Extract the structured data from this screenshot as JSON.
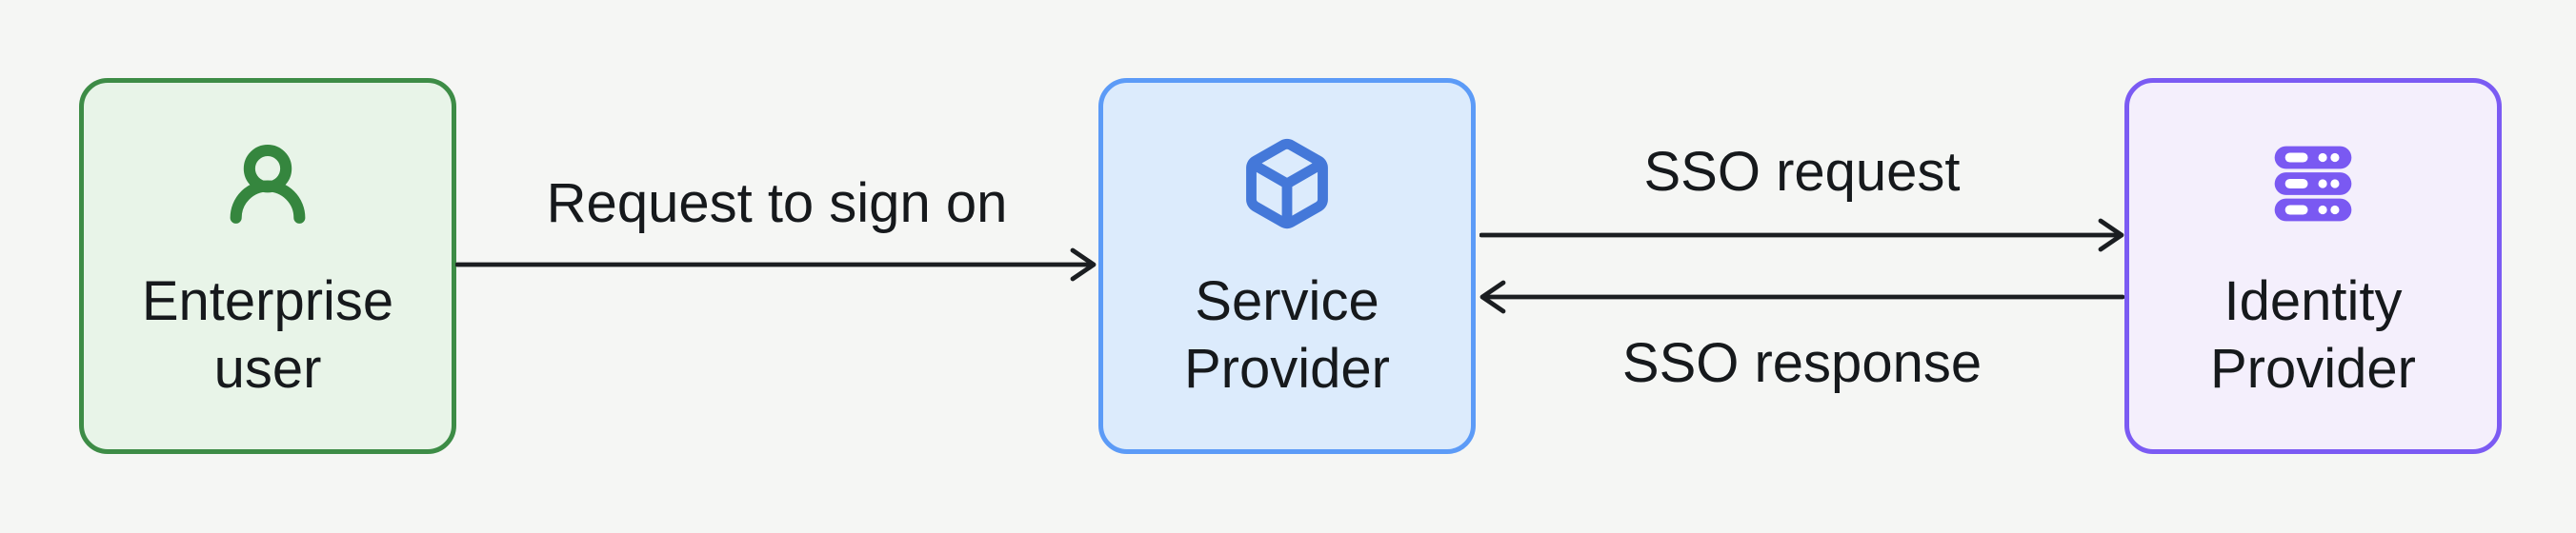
{
  "diagram": {
    "background_color": "#F5F6F4",
    "arrow_color": "#1B1E21",
    "text_color": "#16191C",
    "nodes": [
      {
        "id": "enterprise-user",
        "label": "Enterprise user",
        "icon": "user-icon",
        "border_color": "#3D8C46",
        "fill_color": "#E8F4E8",
        "icon_color": "#35863E"
      },
      {
        "id": "service-provider",
        "label": "Service Provider",
        "icon": "box-icon",
        "border_color": "#5C9BF7",
        "fill_color": "#DCEBFC",
        "icon_color": "#4478D9"
      },
      {
        "id": "identity-provider",
        "label": "Identity Provider",
        "icon": "server-stack-icon",
        "border_color": "#7B5BF3",
        "fill_color": "#F4EFFC",
        "icon_color": "#7A59F2"
      }
    ],
    "edges": [
      {
        "from": "enterprise-user",
        "to": "service-provider",
        "label": "Request to sign on",
        "direction": "right"
      },
      {
        "from": "service-provider",
        "to": "identity-provider",
        "label": "SSO request",
        "direction": "right"
      },
      {
        "from": "identity-provider",
        "to": "service-provider",
        "label": "SSO response",
        "direction": "left"
      }
    ]
  }
}
